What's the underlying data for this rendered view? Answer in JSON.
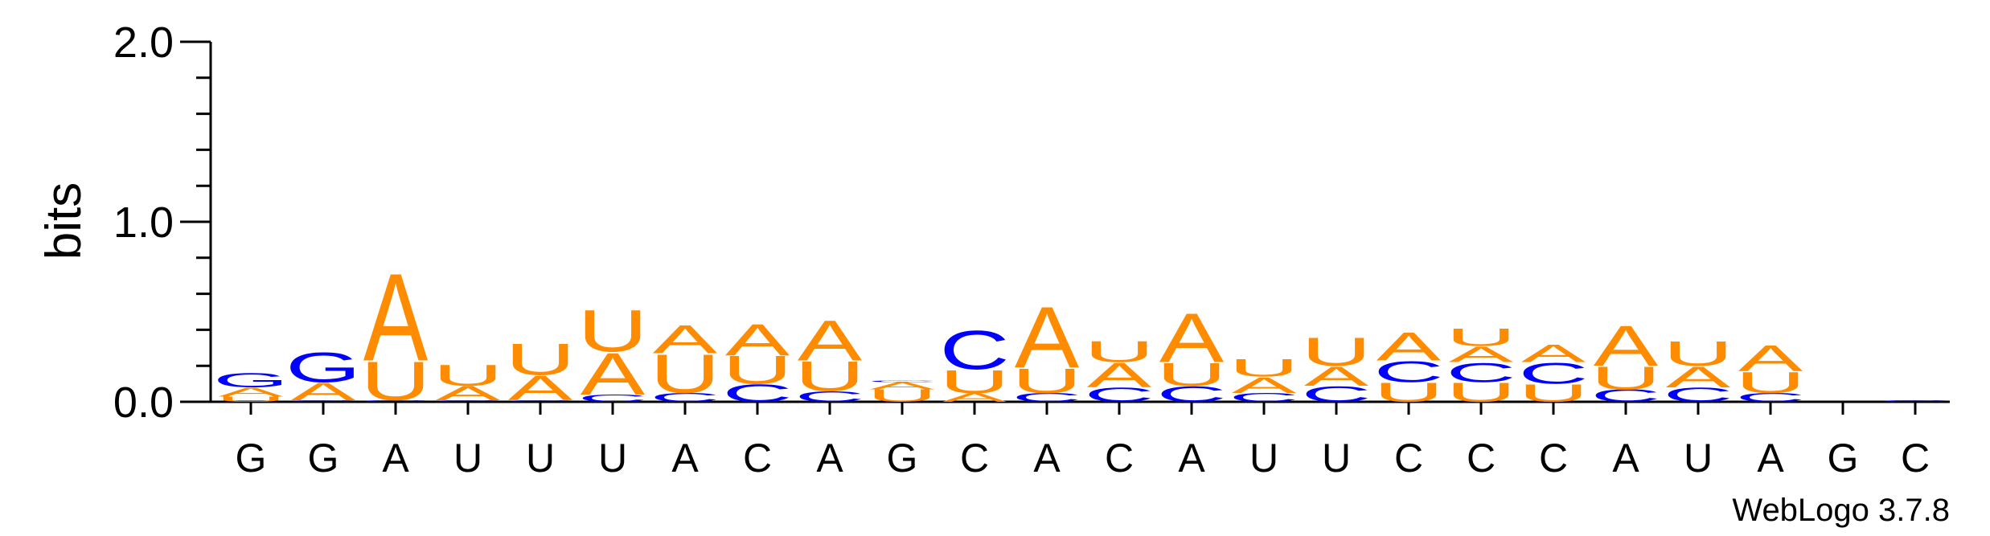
{
  "chart_data": {
    "type": "sequence-logo",
    "ylabel": "bits",
    "ylim": [
      0,
      2.0
    ],
    "yticks": [
      "0.0",
      "1.0",
      "2.0"
    ],
    "colors": {
      "A": "#ff8c00",
      "U": "#ff8c00",
      "C": "#0000ff",
      "G": "#0000ff"
    },
    "positions": [
      {
        "label": "G",
        "stack": [
          [
            "U",
            0.03
          ],
          [
            "A",
            0.05
          ],
          [
            "G",
            0.08
          ]
        ]
      },
      {
        "label": "G",
        "stack": [
          [
            "C",
            0.01
          ],
          [
            "A",
            0.1
          ],
          [
            "G",
            0.17
          ]
        ]
      },
      {
        "label": "A",
        "stack": [
          [
            "C",
            0.01
          ],
          [
            "U",
            0.22
          ],
          [
            "A",
            0.5
          ]
        ]
      },
      {
        "label": "U",
        "stack": [
          [
            "C",
            0.01
          ],
          [
            "A",
            0.08
          ],
          [
            "U",
            0.12
          ]
        ]
      },
      {
        "label": "U",
        "stack": [
          [
            "C",
            0.01
          ],
          [
            "A",
            0.14
          ],
          [
            "U",
            0.18
          ]
        ]
      },
      {
        "label": "U",
        "stack": [
          [
            "C",
            0.04
          ],
          [
            "A",
            0.24
          ],
          [
            "U",
            0.24
          ]
        ]
      },
      {
        "label": "A",
        "stack": [
          [
            "C",
            0.05
          ],
          [
            "U",
            0.22
          ],
          [
            "A",
            0.16
          ]
        ]
      },
      {
        "label": "C",
        "stack": [
          [
            "C",
            0.1
          ],
          [
            "U",
            0.16
          ],
          [
            "A",
            0.18
          ]
        ]
      },
      {
        "label": "A",
        "stack": [
          [
            "C",
            0.06
          ],
          [
            "U",
            0.17
          ],
          [
            "A",
            0.23
          ]
        ]
      },
      {
        "label": "G",
        "stack": [
          [
            "U",
            0.07
          ],
          [
            "A",
            0.04
          ],
          [
            "C",
            0.01
          ]
        ]
      },
      {
        "label": "C",
        "stack": [
          [
            "A",
            0.05
          ],
          [
            "U",
            0.13
          ],
          [
            "C",
            0.22
          ]
        ]
      },
      {
        "label": "A",
        "stack": [
          [
            "C",
            0.05
          ],
          [
            "U",
            0.14
          ],
          [
            "A",
            0.35
          ]
        ]
      },
      {
        "label": "C",
        "stack": [
          [
            "C",
            0.08
          ],
          [
            "A",
            0.14
          ],
          [
            "U",
            0.12
          ]
        ]
      },
      {
        "label": "A",
        "stack": [
          [
            "C",
            0.09
          ],
          [
            "U",
            0.13
          ],
          [
            "A",
            0.28
          ]
        ]
      },
      {
        "label": "U",
        "stack": [
          [
            "C",
            0.05
          ],
          [
            "A",
            0.09
          ],
          [
            "U",
            0.1
          ]
        ]
      },
      {
        "label": "U",
        "stack": [
          [
            "C",
            0.09
          ],
          [
            "A",
            0.11
          ],
          [
            "U",
            0.16
          ]
        ]
      },
      {
        "label": "C",
        "stack": [
          [
            "U",
            0.11
          ],
          [
            "C",
            0.12
          ],
          [
            "A",
            0.16
          ]
        ]
      },
      {
        "label": "C",
        "stack": [
          [
            "U",
            0.11
          ],
          [
            "C",
            0.11
          ],
          [
            "A",
            0.09
          ],
          [
            "U",
            0.1
          ]
        ]
      },
      {
        "label": "C",
        "stack": [
          [
            "U",
            0.1
          ],
          [
            "C",
            0.12
          ],
          [
            "A",
            0.1
          ]
        ]
      },
      {
        "label": "A",
        "stack": [
          [
            "C",
            0.07
          ],
          [
            "U",
            0.13
          ],
          [
            "A",
            0.23
          ]
        ]
      },
      {
        "label": "U",
        "stack": [
          [
            "C",
            0.08
          ],
          [
            "A",
            0.12
          ],
          [
            "U",
            0.14
          ]
        ]
      },
      {
        "label": "A",
        "stack": [
          [
            "C",
            0.05
          ],
          [
            "U",
            0.12
          ],
          [
            "A",
            0.15
          ]
        ]
      },
      {
        "label": "G",
        "stack": []
      },
      {
        "label": "C",
        "stack": [
          [
            "C",
            0.01
          ]
        ]
      }
    ],
    "credit": "WebLogo 3.7.8"
  }
}
